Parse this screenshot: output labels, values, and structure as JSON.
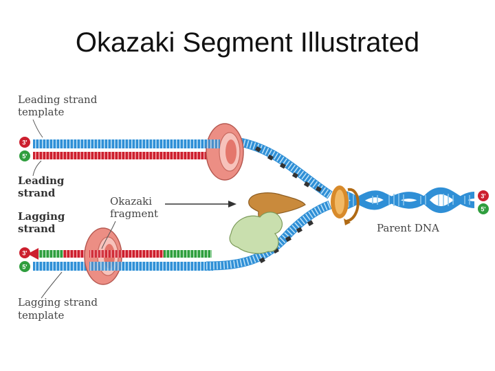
{
  "title": "Okazaki Segment Illustrated",
  "labels": {
    "leading_template_1": "Leading strand",
    "leading_template_2": "template",
    "leading_1": "Leading",
    "leading_2": "strand",
    "okazaki_1": "Okazaki",
    "okazaki_2": "fragment",
    "lagging_1": "Lagging",
    "lagging_2": "strand",
    "lagging_template_1": "Lagging strand",
    "lagging_template_2": "template",
    "parent_dna": "Parent DNA"
  },
  "ends": {
    "three_prime": "3'",
    "five_prime": "5'"
  },
  "colors": {
    "template_blue": "#2f8fd6",
    "leading_red": "#cc1f2e",
    "okazaki_green": "#2f9e3e",
    "polymerase_pink": "#ec8e84",
    "helicase_orange": "#d88a2a",
    "primase_tan": "#c98a3c",
    "ligase_green": "#c9dfae",
    "ssb_dark": "#333333"
  }
}
